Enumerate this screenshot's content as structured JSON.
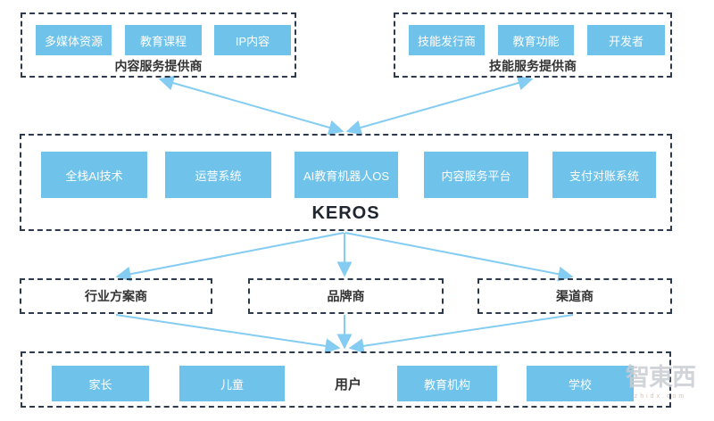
{
  "diagram": {
    "content_providers": {
      "label": "内容服务提供商",
      "items": [
        "多媒体资源",
        "教育课程",
        "IP内容"
      ]
    },
    "skill_providers": {
      "label": "技能服务提供商",
      "items": [
        "技能发行商",
        "教育功能",
        "开发者"
      ]
    },
    "keros": {
      "label": "KEROS",
      "items": [
        "全栈AI技术",
        "运营系统",
        "AI教育机器人OS",
        "内容服务平台",
        "支付对账系统"
      ]
    },
    "partners": {
      "industry": "行业方案商",
      "brand": "品牌商",
      "channel": "渠道商"
    },
    "users": {
      "label": "用户",
      "items": [
        "家长",
        "儿童",
        "教育机构",
        "学校"
      ]
    }
  },
  "watermark": {
    "logo": "智東西",
    "site": "zhidx.com"
  },
  "colors": {
    "node_blue": "#6fc2ea",
    "border_dark": "#2e3b4e",
    "arrow_blue": "#84ccf1",
    "keros_text": "#20262f"
  }
}
